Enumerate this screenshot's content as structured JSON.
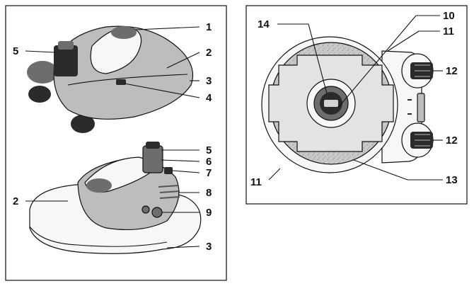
{
  "left_panel": {
    "top_view_callouts": [
      "1",
      "2",
      "3",
      "4",
      "5"
    ],
    "bottom_view_callouts": [
      "5",
      "6",
      "7",
      "8",
      "2",
      "9",
      "3"
    ]
  },
  "right_panel": {
    "callouts": [
      "14",
      "10",
      "11",
      "12",
      "12",
      "11",
      "13"
    ]
  },
  "colors": {
    "ink": "#111111",
    "grey": "#6d6d6d",
    "light": "#bdbdbd"
  }
}
